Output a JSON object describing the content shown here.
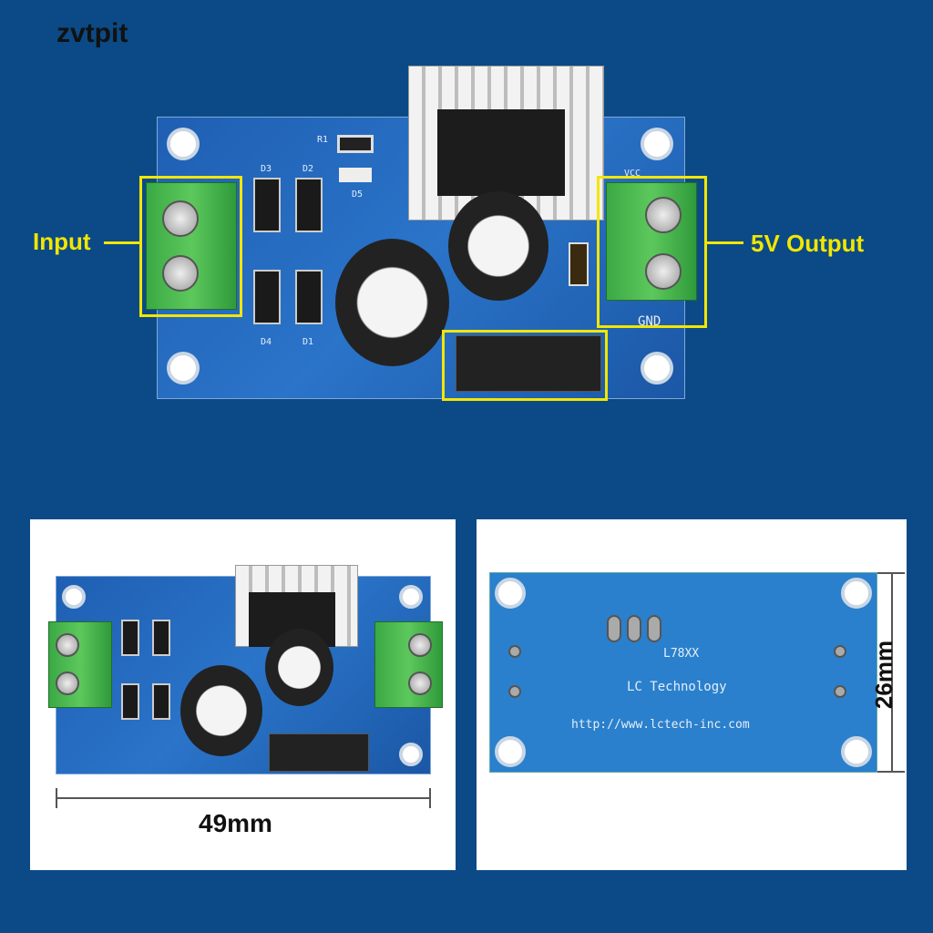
{
  "brand": "zvtpit",
  "callouts": {
    "input": "Input",
    "output": "5V Output"
  },
  "silkscreen": {
    "r1": "R1",
    "d1": "D1",
    "d2": "D2",
    "d3": "D3",
    "d4": "D4",
    "d5": "D5",
    "gnd": "GND",
    "vcc": "VCC"
  },
  "back": {
    "part": "L78XX",
    "maker": "LC Technology",
    "url": "http://www.lctech-inc.com"
  },
  "dimensions": {
    "width": "49mm",
    "height": "26mm"
  }
}
